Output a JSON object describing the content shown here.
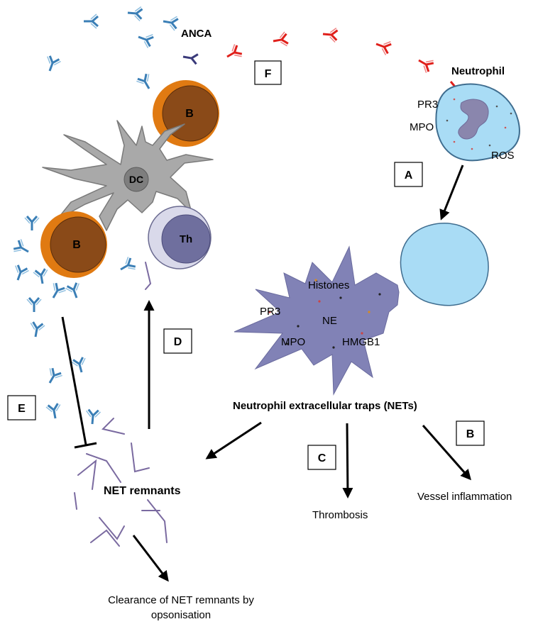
{
  "labels": {
    "anca": "ANCA",
    "neutrophil": "Neutrophil",
    "pr3_top": "PR3",
    "mpo_top": "MPO",
    "ros": "ROS",
    "b_top": "B",
    "b_bottom": "B",
    "dc": "DC",
    "th": "Th",
    "histones": "Histones",
    "pr3_net": "PR3",
    "ne": "NE",
    "mpo_net": "MPO",
    "hmgb1": "HMGB1",
    "nets_title": "Neutrophil extracellular traps (NETs)",
    "net_remnants": "NET remnants",
    "thrombosis": "Thrombosis",
    "vessel_inflammation": "Vessel inflammation",
    "clearance_line1": "Clearance of NET remnants by",
    "clearance_line2": "opsonisation"
  },
  "boxes": {
    "a": "A",
    "b": "B",
    "c": "C",
    "d": "D",
    "e": "E",
    "f": "F"
  },
  "colors": {
    "anca_red": "#e0201b",
    "antibody_blue": "#3b7fb6",
    "antibody_navy": "#3a3a7a",
    "neutrophil_fill": "#a9dcf5",
    "neutrophil_stroke": "#3f6d8f",
    "nucleus": "#8a86ad",
    "b_cell_outer": "#e07a12",
    "b_cell_inner": "#8a4a18",
    "dc_gray": "#a9a9a9",
    "th_outer": "#d9d9ea",
    "th_inner": "#6f6f9e",
    "net_purple": "#8182b6"
  }
}
